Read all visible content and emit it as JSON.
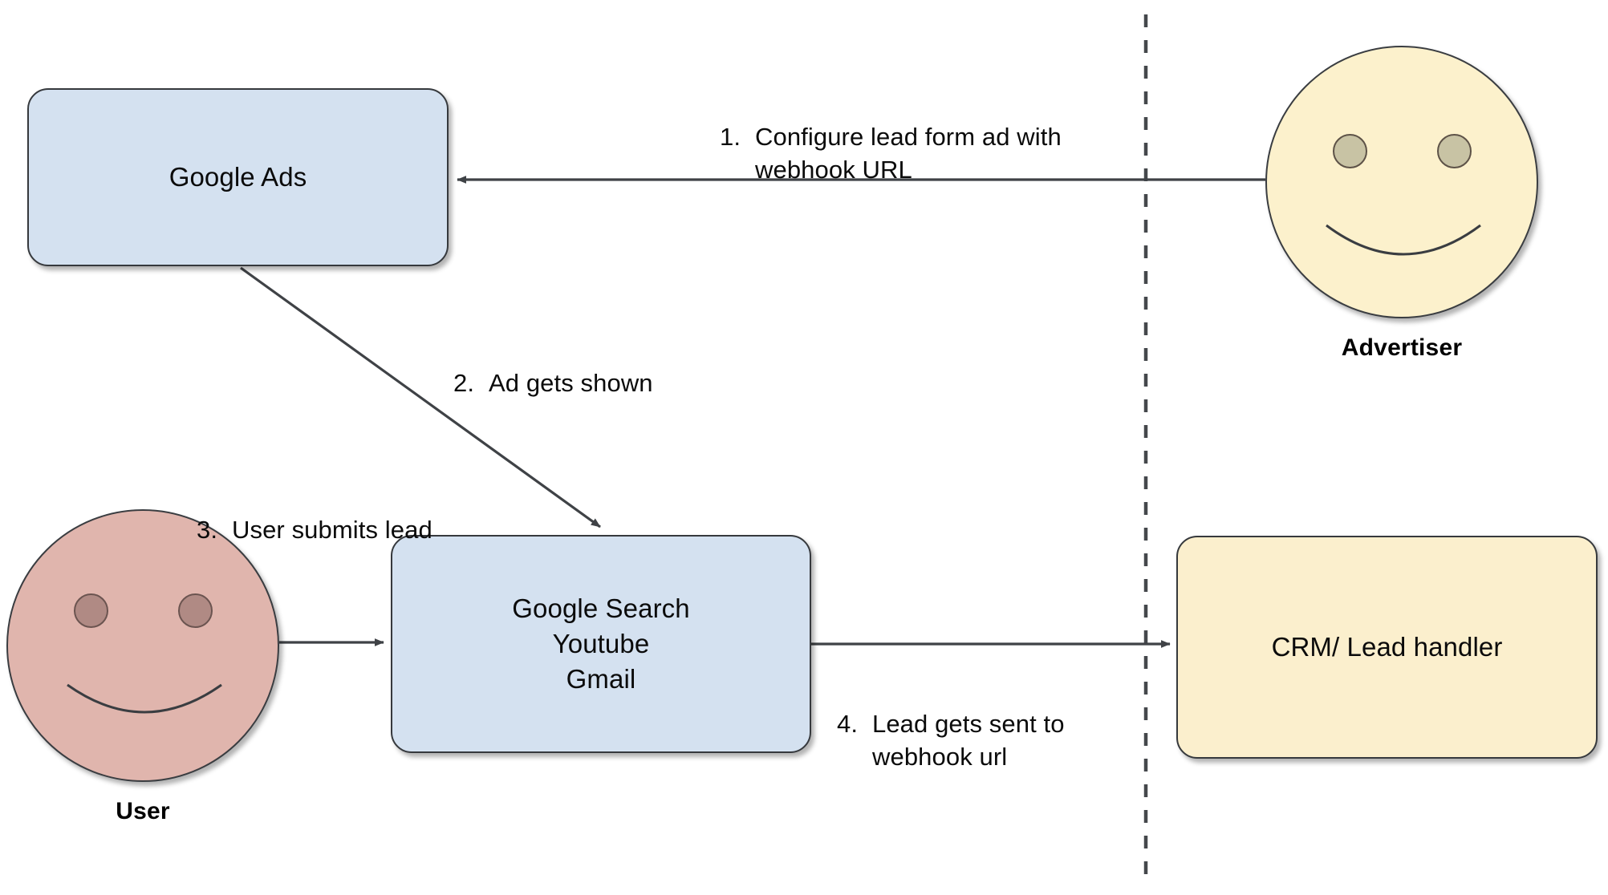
{
  "diagram": {
    "title": "Google Ads lead form webhook flow",
    "background_color": "#ffffff",
    "stroke_color": "#36393d",
    "divider": {
      "name": "google-advertiser-boundary",
      "style": "dashed-vertical"
    },
    "nodes": [
      {
        "id": "google-ads",
        "label": "Google Ads",
        "shape": "rounded-rectangle",
        "fill": "#d4e1f0"
      },
      {
        "id": "surfaces",
        "label": "Google Search\nYoutube\nGmail",
        "shape": "rounded-rectangle",
        "fill": "#d4e1f0"
      },
      {
        "id": "crm",
        "label": "CRM/ Lead handler",
        "shape": "rounded-rectangle",
        "fill": "#fbefcd"
      }
    ],
    "actors": [
      {
        "id": "advertiser",
        "name": "Advertiser",
        "shape": "smiley-circle",
        "face_fill": "#fcf1cc",
        "eye_fill": "#c8c3a4"
      },
      {
        "id": "user",
        "name": "User",
        "shape": "smiley-circle",
        "face_fill": "#e0b5ad",
        "eye_fill": "#b08a84"
      }
    ],
    "edges": [
      {
        "id": "step-1",
        "number": "1.",
        "text": "Configure lead form ad with\nwebhook URL",
        "from": "advertiser",
        "to": "google-ads"
      },
      {
        "id": "step-2",
        "number": "2.",
        "text": "Ad gets shown",
        "from": "google-ads",
        "to": "surfaces"
      },
      {
        "id": "step-3",
        "number": "3.",
        "text": "User submits lead",
        "from": "user",
        "to": "surfaces"
      },
      {
        "id": "step-4",
        "number": "4.",
        "text": "Lead gets sent to\nwebhook url",
        "from": "surfaces",
        "to": "crm"
      }
    ]
  }
}
